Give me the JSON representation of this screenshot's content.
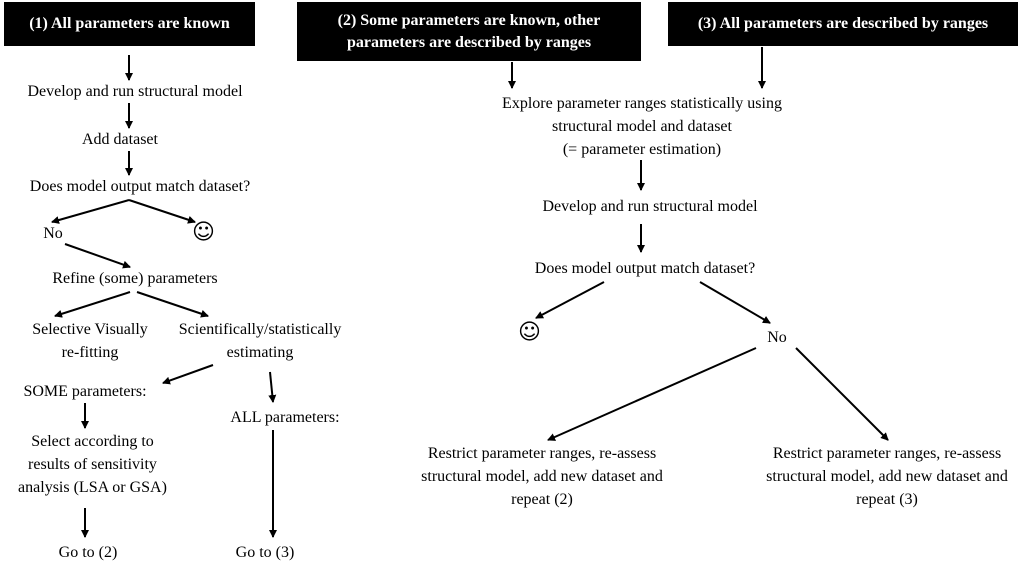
{
  "headers": {
    "h1": "(1) All parameters are known",
    "h2": "(2) Some parameters are known, other\nparameters are described by ranges",
    "h3": "(3) All parameters are described by ranges"
  },
  "left": {
    "develop": "Develop and run structural model",
    "add_dataset": "Add dataset",
    "match": "Does model output match dataset?",
    "no": "No",
    "refine": "Refine (some) parameters",
    "selective": "Selective Visually\nre-fitting",
    "scientific": "Scientifically/statistically\nestimating",
    "some_params": "SOME parameters:",
    "all_params": "ALL parameters:",
    "select_sensitivity": "Select according to\nresults of sensitivity\nanalysis (LSA or GSA)",
    "goto2": "Go to (2)",
    "goto3": "Go to (3)"
  },
  "right": {
    "explore": "Explore parameter ranges statistically using\nstructural model and dataset\n(= parameter estimation)",
    "develop": "Develop and run structural model",
    "match": "Does model output match dataset?",
    "no": "No",
    "restrict2": "Restrict parameter ranges, re-assess\nstructural model, add new dataset and\nrepeat (2)",
    "restrict3": "Restrict parameter ranges, re-assess\nstructural model, add new dataset and\nrepeat (3)"
  },
  "icons": {
    "smiley": "☺",
    "names": [
      "smiley-icon",
      "arrow-icon"
    ]
  },
  "colors": {
    "header_bg": "#000000",
    "header_text": "#ffffff",
    "line": "#000000"
  }
}
